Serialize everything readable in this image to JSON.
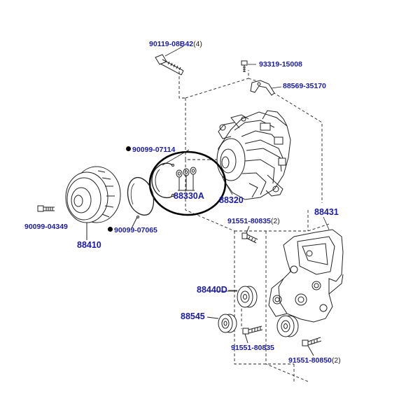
{
  "diagram": {
    "colors": {
      "label": "#1a1aa6",
      "line": "#222222",
      "highlight": "#000000"
    },
    "labels": {
      "bolt_top": {
        "part": "90119-08B42",
        "qty": "(4)"
      },
      "screw_top": {
        "part": "93319-15008"
      },
      "bracket_small": {
        "part": "88569-35170"
      },
      "ring_upper": {
        "part": "90099-07114"
      },
      "shim_set": {
        "part": "88330A"
      },
      "compressor": {
        "part": "88320"
      },
      "clutch_pulley": {
        "part": "88410"
      },
      "ring_lower": {
        "part": "90099-07065"
      },
      "bolt_left": {
        "part": "90099-04349"
      },
      "bracket_main": {
        "part": "88431"
      },
      "bolt_mid": {
        "part": "91551-80835",
        "qty": "(2)"
      },
      "idler_upper": {
        "part": "88440D"
      },
      "idler_lower": {
        "part": "88545"
      },
      "bolt_low": {
        "part": "91551-80835"
      },
      "bolt_right": {
        "part": "91551-80850",
        "qty": "(2)"
      }
    }
  }
}
